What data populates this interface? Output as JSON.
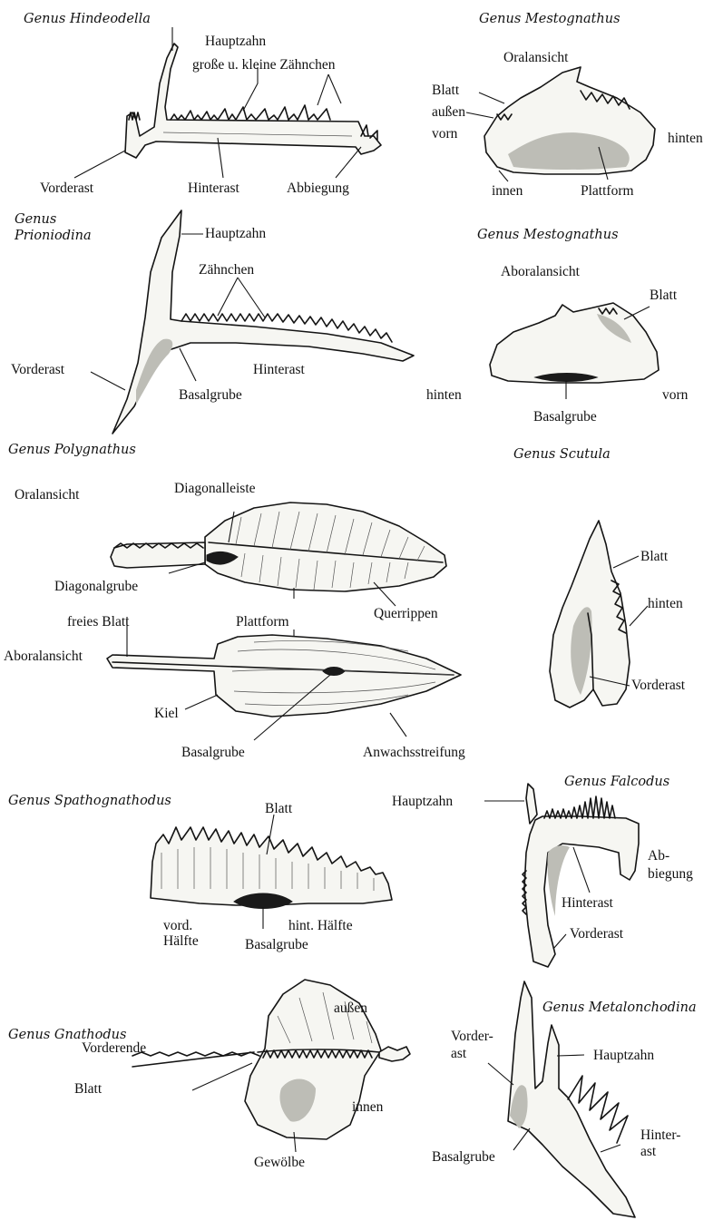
{
  "figures": {
    "hindeodella": {
      "genus": "Genus Hindeodella",
      "labels": {
        "hauptzahn": "Hauptzahn",
        "zaehnchen": "große u. kleine Zähnchen",
        "vorderast": "Vorderast",
        "hinterast": "Hinterast",
        "abbiegung": "Abbiegung"
      }
    },
    "mestognathus_oral": {
      "genus": "Genus Mestognathus",
      "view": "Oralansicht",
      "labels": {
        "blatt": "Blatt",
        "aussen": "außen",
        "vorn": "vorn",
        "hinten": "hinten",
        "innen": "innen",
        "plattform": "Plattform"
      }
    },
    "prioniodina": {
      "genus_line1": "Genus",
      "genus_line2": "Prioniodina",
      "labels": {
        "hauptzahn": "Hauptzahn",
        "zaehnchen": "Zähnchen",
        "vorderast": "Vorderast",
        "hinterast": "Hinterast",
        "basalgrube": "Basalgrube"
      }
    },
    "mestognathus_aboral": {
      "genus": "Genus Mestognathus",
      "view": "Aboralansicht",
      "labels": {
        "blatt": "Blatt",
        "hinten": "hinten",
        "vorn": "vorn",
        "basalgrube": "Basalgrube"
      }
    },
    "polygnathus": {
      "genus": "Genus Polygnathus",
      "view_oral": "Oralansicht",
      "view_aboral": "Aboralansicht",
      "labels": {
        "diagonalleiste": "Diagonalleiste",
        "diagonalgrube": "Diagonalgrube",
        "freies_blatt": "freies Blatt",
        "plattform": "Plattform",
        "querrippen": "Querrippen",
        "kiel": "Kiel",
        "basalgrube": "Basalgrube",
        "anwachsstreifung": "Anwachsstreifung"
      }
    },
    "scutula": {
      "genus": "Genus Scutula",
      "labels": {
        "blatt": "Blatt",
        "hinten": "hinten",
        "vorderast": "Vorderast"
      }
    },
    "spathognathodus": {
      "genus": "Genus Spathognathodus",
      "labels": {
        "blatt": "Blatt",
        "vord_1": "vord.",
        "vord_2": "Hälfte",
        "hint": "hint. Hälfte",
        "basalgrube": "Basalgrube"
      }
    },
    "falcodus": {
      "genus": "Genus Falcodus",
      "labels": {
        "hauptzahn": "Hauptzahn",
        "ab_1": "Ab-",
        "ab_2": "biegung",
        "hinterast": "Hinterast",
        "vorderast": "Vorderast"
      }
    },
    "gnathodus": {
      "genus": "Genus Gnathodus",
      "labels": {
        "aussen": "außen",
        "vorderende": "Vorderende",
        "blatt": "Blatt",
        "innen": "innen",
        "gewoelbe": "Gewölbe"
      }
    },
    "metalonchodina": {
      "genus": "Genus Metalonchodina",
      "labels": {
        "vorder_1": "Vorder-",
        "vorder_2": "ast",
        "hauptzahn": "Hauptzahn",
        "hinter_1": "Hinter-",
        "hinter_2": "ast",
        "basalgrube": "Basalgrube"
      }
    }
  }
}
